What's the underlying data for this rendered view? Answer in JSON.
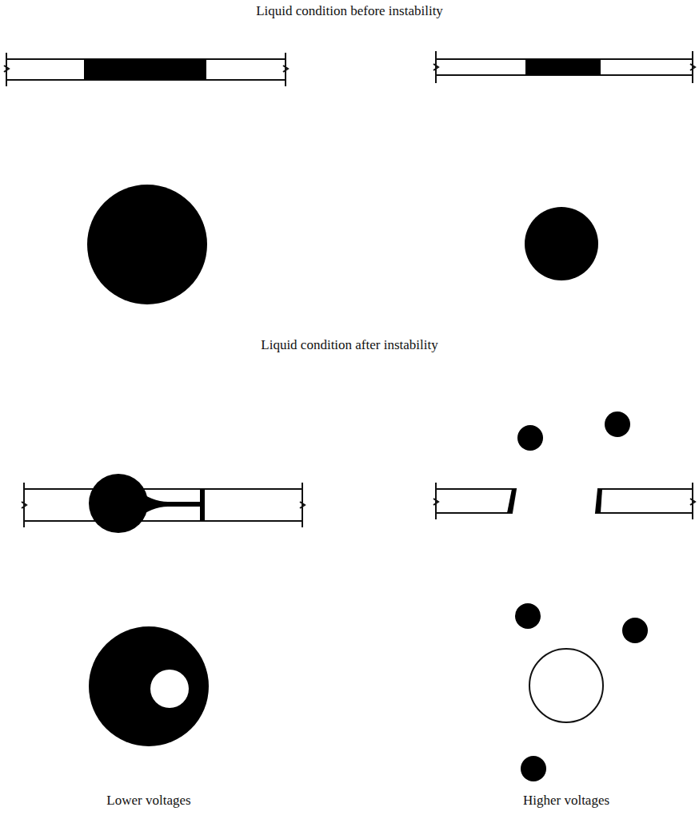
{
  "diagram": {
    "labels": [
      "Liquid condition before instability",
      "Liquid condition after instability",
      "Lower voltages",
      "Higher voltages"
    ]
  }
}
